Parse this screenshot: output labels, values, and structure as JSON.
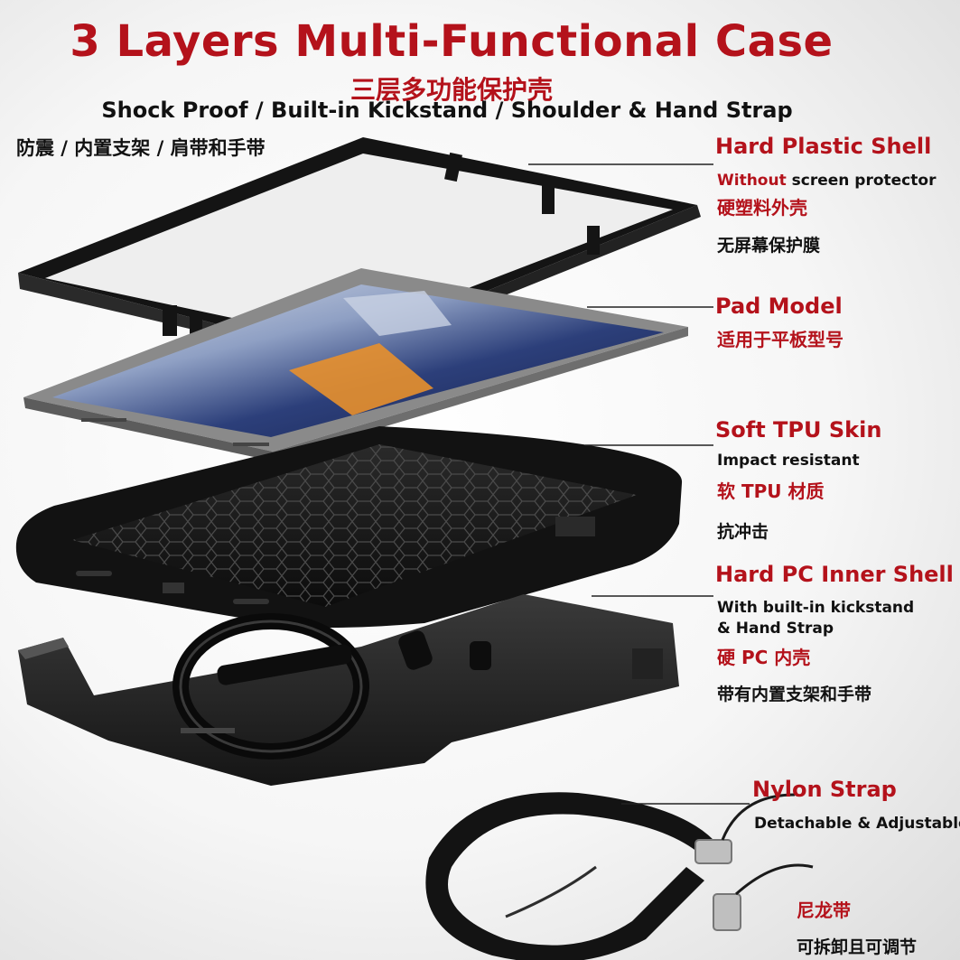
{
  "header": {
    "title": "3 Layers Multi-Functional Case",
    "subtitle_cn": "三层多功能保护壳",
    "features": "Shock Proof / Built-in Kickstand / Shoulder & Hand Strap",
    "features_cn": "防震 / 内置支架 / 肩带和手带"
  },
  "callouts": {
    "hard_plastic": {
      "title": "Hard Plastic Shell",
      "desc_highlight": "Without",
      "desc_rest": " screen protector",
      "cn_title": "硬塑料外壳",
      "cn_desc": "无屏幕保护膜"
    },
    "pad": {
      "title": "Pad Model",
      "cn_title": "适用于平板型号"
    },
    "tpu": {
      "title": "Soft TPU Skin",
      "desc": "Impact resistant",
      "cn_title": "软 TPU 材质",
      "cn_desc": "抗冲击"
    },
    "pc": {
      "title": "Hard PC Inner Shell",
      "desc_line1": "With built-in kickstand",
      "desc_line2": "& Hand Strap",
      "cn_title": "硬 PC 内壳",
      "cn_desc": "带有内置支架和手带"
    },
    "strap": {
      "title": "Nylon Strap",
      "desc": "Detachable & Adjustable",
      "cn_title": "尼龙带",
      "cn_desc": "可拆卸且可调节"
    }
  },
  "colors": {
    "brand_red": "#b4121b",
    "text_black": "#111111",
    "case_black": "#141414",
    "tablet_gray": "#8a8a8a"
  }
}
